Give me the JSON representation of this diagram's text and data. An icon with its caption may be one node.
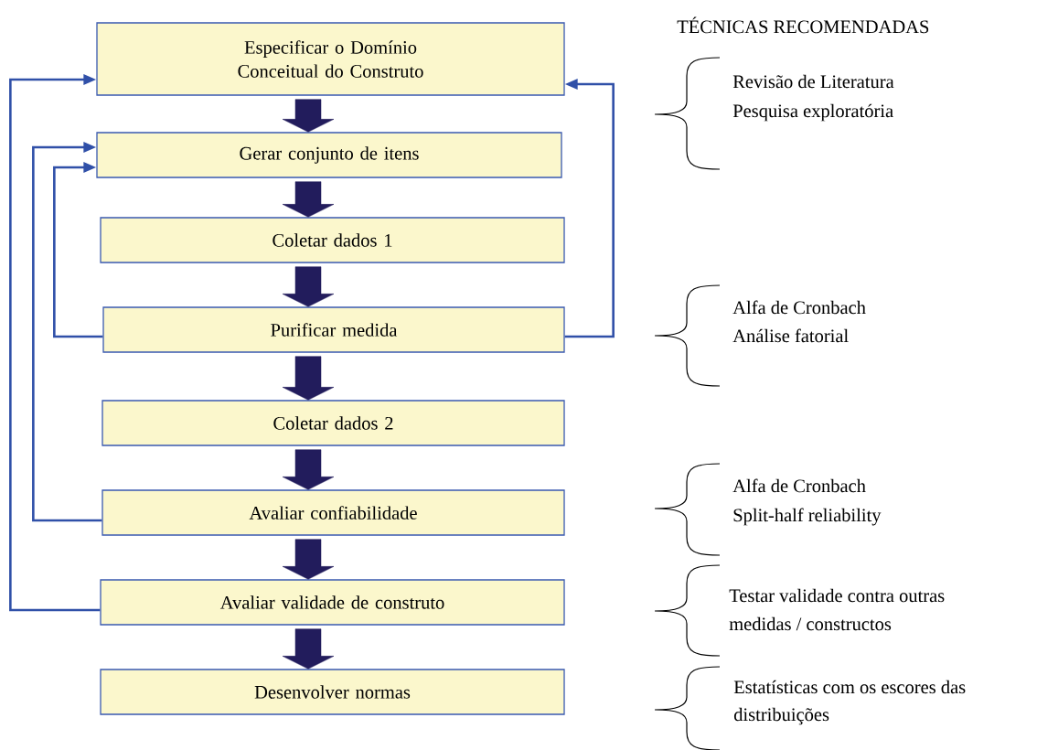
{
  "diagram": {
    "nodes": [
      {
        "text": [
          "Especificar o Domínio Conceitual do Construto"
        ]
      },
      {
        "text": [
          "Gerar conjunto de itens"
        ]
      },
      {
        "text": [
          "Coletar dados 1"
        ]
      },
      {
        "text": [
          "Purificar medida"
        ]
      },
      {
        "text": [
          "Coletar dados 2"
        ]
      },
      {
        "text": [
          "Avaliar confiabilidade"
        ]
      },
      {
        "text": [
          "Avaliar validade de construto"
        ]
      },
      {
        "text": [
          "Desenvolver normas"
        ]
      }
    ],
    "edges": [
      {
        "from": 0,
        "to": 1,
        "arrow": "to"
      },
      {
        "from": 1,
        "to": 2,
        "arrow": "to"
      },
      {
        "from": 2,
        "to": 3,
        "arrow": "to"
      },
      {
        "from": 3,
        "to": 4,
        "arrow": "to"
      },
      {
        "from": 4,
        "to": 5,
        "arrow": "to"
      },
      {
        "from": 5,
        "to": 6,
        "arrow": "to"
      },
      {
        "from": 6,
        "to": 7,
        "arrow": "to"
      },
      {
        "from": 3,
        "to": 0,
        "arrow": "to",
        "color": "#3050a8"
      },
      {
        "from": 3,
        "to": 1,
        "arrow": "to",
        "color": "#3050a8"
      },
      {
        "from": 5,
        "to": 1,
        "arrow": "to",
        "color": "#3050a8"
      },
      {
        "from": 6,
        "to": 0,
        "arrow": "to",
        "color": "#3050a8"
      }
    ],
    "labels": [
      "TÉCNICAS RECOMENDADAS",
      "Revisão de Literatura",
      "Pesquisa exploratória",
      "Alfa de Cronbach",
      "Análise fatorial",
      "Alfa de Cronbach",
      "Split-half reliability",
      "Testar validade contra outras",
      "medidas / constructos",
      "Estatísticas com os escores das",
      "distribuições"
    ]
  }
}
